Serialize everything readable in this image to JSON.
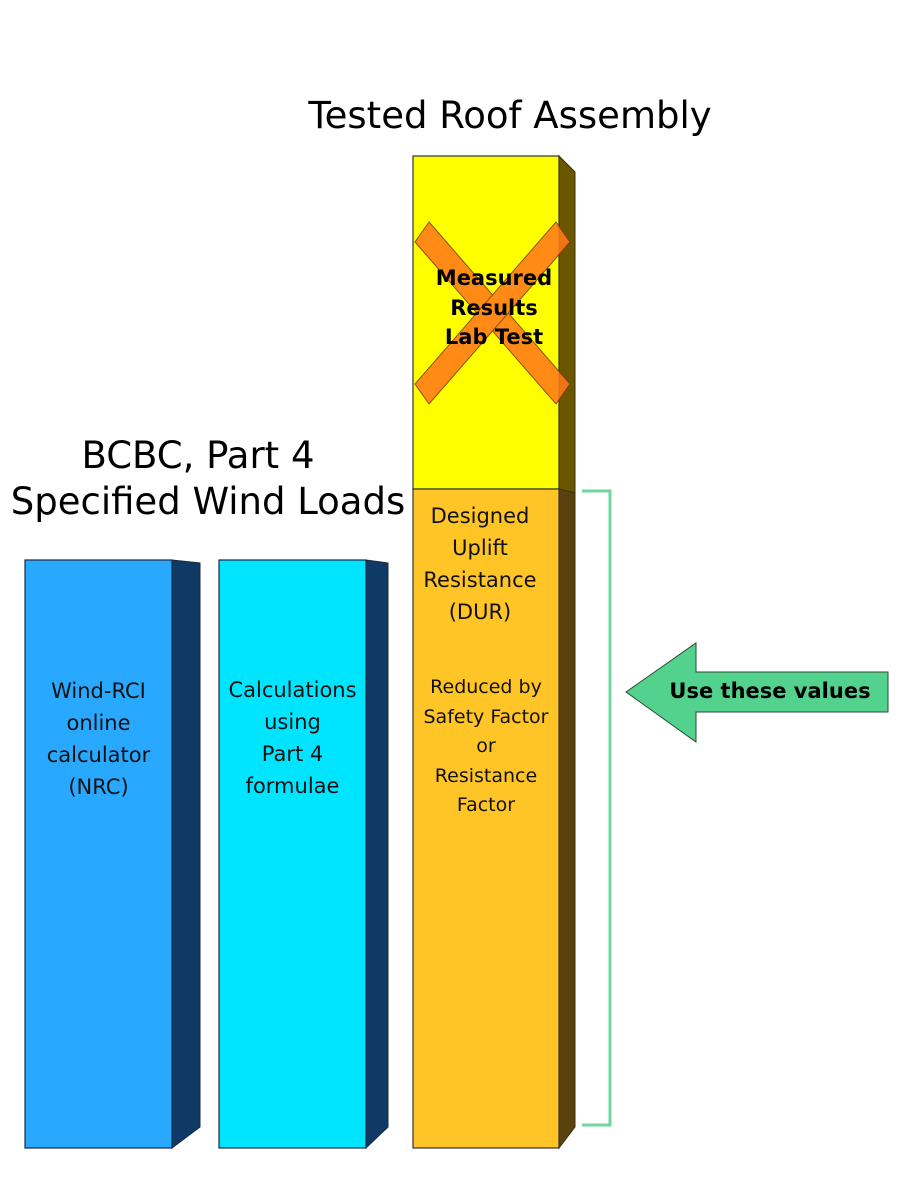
{
  "titles": {
    "tested_roof_assembly": "Tested Roof Assembly",
    "bcbc_line1": "BCBC, Part 4",
    "bcbc_line2": "Specified Wind Loads"
  },
  "columns": [
    {
      "id": "wind-rci",
      "lines": [
        "Wind-RCI",
        "online",
        "calculator",
        "(NRC)"
      ],
      "front_color": "#29A8FF",
      "side_color": "#0F3A66"
    },
    {
      "id": "part4-calcs",
      "lines": [
        "Calculations",
        "using",
        "Part 4",
        "formulae"
      ],
      "front_color": "#00E5FF",
      "side_color": "#0F3A66"
    },
    {
      "id": "tested-assembly",
      "segments": [
        {
          "id": "measured",
          "lines": [
            "Measured",
            "Results",
            "Lab Test"
          ],
          "front_color": "#FFFF00",
          "side_color": "#6B5600",
          "crossed_out": true,
          "cross_color": "#FF7A1A"
        },
        {
          "id": "dur",
          "lines": [
            "Designed",
            "Uplift",
            "Resistance",
            "(DUR)"
          ],
          "note_lines": [
            "Reduced by",
            "Safety Factor",
            "or",
            "Resistance",
            "Factor"
          ],
          "front_color": "#FFC425",
          "side_color": "#5A4210"
        }
      ]
    }
  ],
  "callout": {
    "label": "Use these values",
    "arrow_color": "#52D28C",
    "bracket_color": "#6FD6A0"
  }
}
